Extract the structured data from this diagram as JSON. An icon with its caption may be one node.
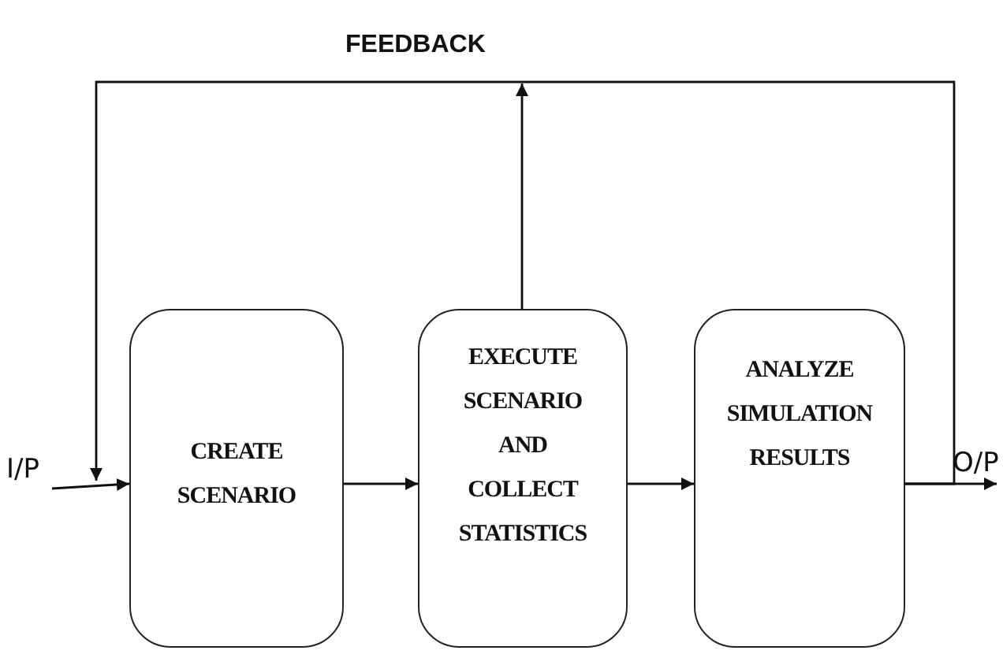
{
  "diagram": {
    "nodes": [
      {
        "text": [
          "CREATE SCENARIO"
        ]
      },
      {
        "text": [
          "EXECUTE SCENARIO AND COLLECT STATISTICS"
        ]
      },
      {
        "text": [
          "ANALYZE SIMULATION RESULTS"
        ]
      },
      {
        "text": [
          "I/P"
        ]
      },
      {
        "text": [
          "O/P"
        ]
      }
    ],
    "edges": [
      {
        "from": 3,
        "to": 0,
        "arrow": "to"
      },
      {
        "from": 0,
        "to": 1,
        "arrow": "to"
      },
      {
        "from": 1,
        "to": 2,
        "arrow": "to"
      },
      {
        "from": 2,
        "to": 4,
        "arrow": "to"
      },
      {
        "from": 2,
        "to": 0,
        "arrow": "to",
        "label": "FEEDBACK"
      },
      {
        "from": 1,
        "to": null,
        "arrow": "to"
      }
    ]
  }
}
